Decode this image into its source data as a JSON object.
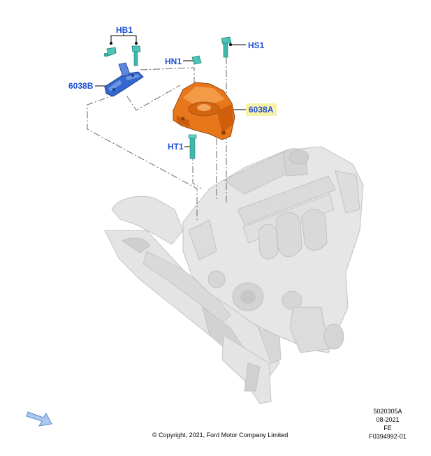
{
  "callouts": {
    "hb1": "HB1",
    "hs1": "HS1",
    "hn1": "HN1",
    "b6038": "6038B",
    "a6038": "6038A",
    "ht1": "HT1"
  },
  "meta": {
    "code1": "5020305A",
    "date": "08-2021",
    "region": "FE",
    "figure": "F0394992-01"
  },
  "copyright": "© Copyright, 2021, Ford Motor Company Limited",
  "colors": {
    "callout_text": "#1f4fd6",
    "highlight": "#f5f2a8",
    "mount_orange": "#e8761a",
    "bracket_blue": "#2f5fc8",
    "fastener_teal": "#3fb9ad",
    "engine_gray": "#dedede",
    "leader_line": "#000000"
  },
  "icons": {
    "direction_arrow": "front-direction-arrow-icon"
  }
}
